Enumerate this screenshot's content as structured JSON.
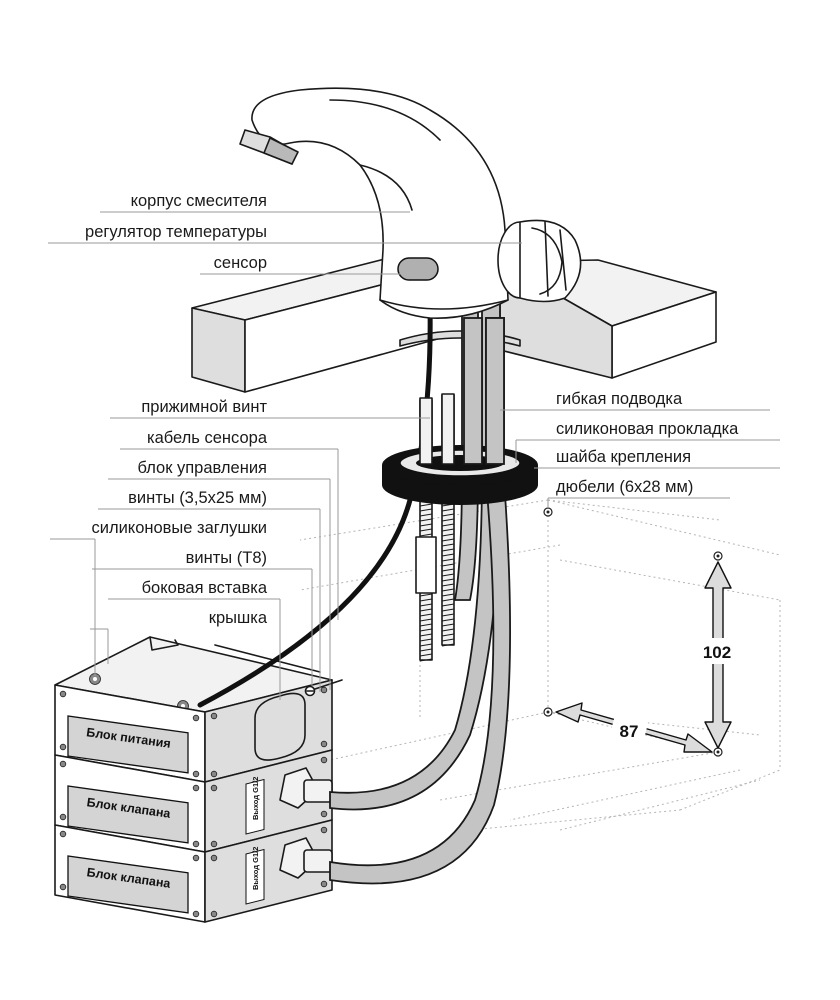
{
  "labels": {
    "mixer_body": "корпус смесителя",
    "temperature_regulator": "регулятор температуры",
    "sensor": "сенсор",
    "clamp_screw": "прижимной винт",
    "sensor_cable": "кабель сенсора",
    "control_unit": "блок управления",
    "screws_35x25": "винты (3,5х25 мм)",
    "silicone_plugs": "силиконовые заглушки",
    "screws_t8": "винты (Т8)",
    "side_insert": "боковая вставка",
    "cover": "крышка",
    "flexible_hose": "гибкая подводка",
    "silicone_gasket": "силиконовая прокладка",
    "mounting_washer": "шайба крепления",
    "dowels": "дюбели (6х28 мм)"
  },
  "boxes": {
    "power_unit": "Блок питания",
    "valve_unit_1": "Блок клапана",
    "valve_unit_2": "Блок клапана",
    "outlet": "Выход G1/2"
  },
  "dimensions": {
    "height": "102",
    "width": "87"
  },
  "colors": {
    "ink": "#1a1a1a",
    "leader": "#9a9a9a",
    "hose": "#c4c4c4",
    "light_fill": "#f2f2f2",
    "mid_fill": "#dedede",
    "label_plate": "#d4d4d4"
  }
}
